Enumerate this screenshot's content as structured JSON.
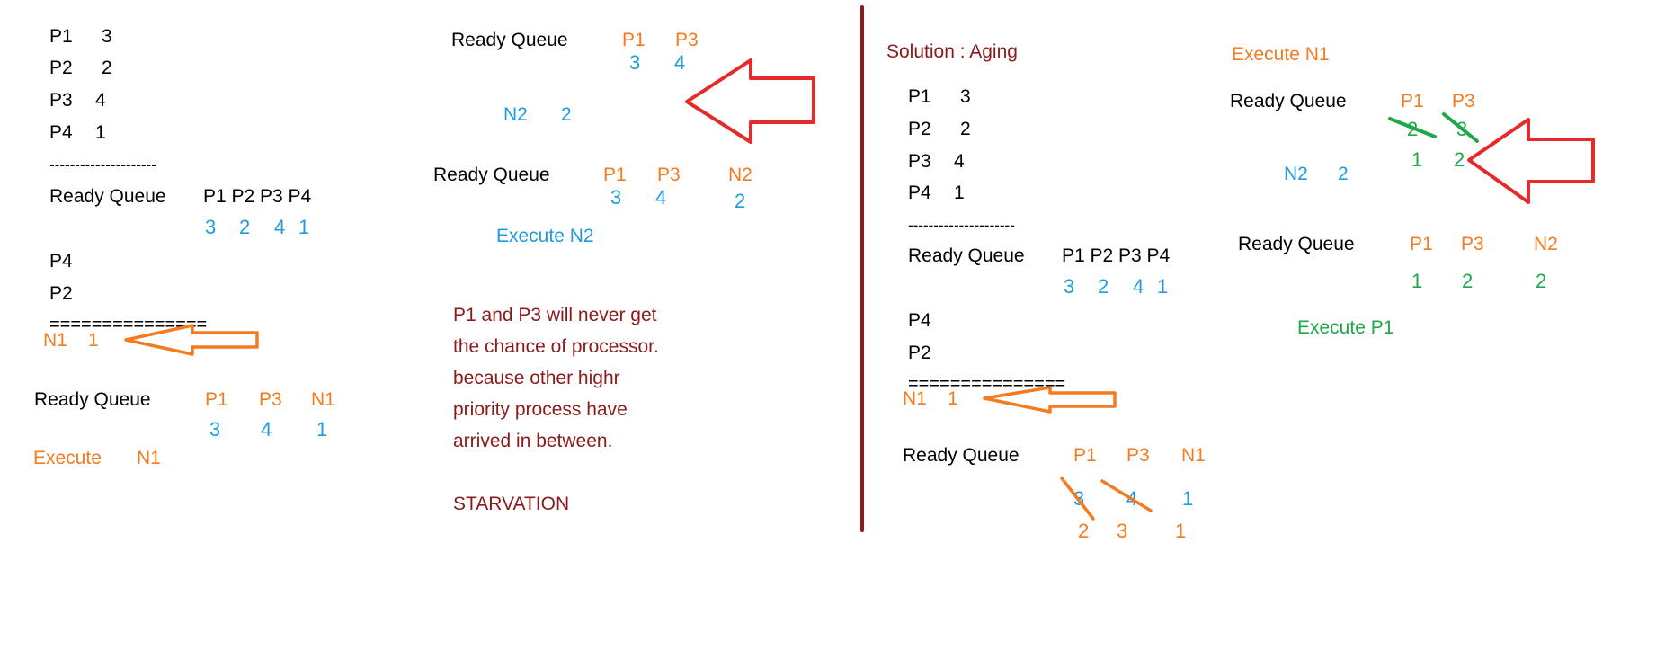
{
  "colors": {
    "black": "#000000",
    "orange": "#f47b20",
    "blue": "#1f9bde",
    "green": "#1ea84a",
    "maroon": "#8b1a1a",
    "red_arrow": "#e52a2a"
  },
  "left": {
    "priorities": [
      {
        "p": "P1",
        "v": "3"
      },
      {
        "p": "P2",
        "v": "2"
      },
      {
        "p": "P3",
        "v": "4"
      },
      {
        "p": "P4",
        "v": "1"
      }
    ],
    "dash_line": "---------------------",
    "rq_label": "Ready Queue",
    "rq_items": "P1 P2 P3 P4",
    "rq_values": [
      "3",
      "2",
      "4",
      "1"
    ],
    "exec_list": [
      "P4",
      "P2"
    ],
    "eq_line": "===============",
    "n1_label": "N1",
    "n1_value": "1",
    "rq2_label": "Ready Queue",
    "rq2_items": [
      "P1",
      "P3",
      "N1"
    ],
    "rq2_values": [
      "3",
      "4",
      "1"
    ],
    "execute_label": "Execute",
    "execute_target": "N1"
  },
  "middle": {
    "rq1_label": "Ready Queue",
    "rq1_items": [
      "P1",
      "P3"
    ],
    "rq1_values": [
      "3",
      "4"
    ],
    "n2_label": "N2",
    "n2_value": "2",
    "rq2_label": "Ready Queue",
    "rq2_items": [
      "P1",
      "P3",
      "N2"
    ],
    "rq2_values": [
      "3",
      "4",
      "2"
    ],
    "execute_text": "Execute N2",
    "explanation": [
      "P1 and P3 will never get",
      "the chance of processor.",
      "because other highr",
      "priority process have",
      "arrived in between."
    ],
    "starvation": "STARVATION"
  },
  "right": {
    "solution_title": "Solution : Aging",
    "priorities": [
      {
        "p": "P1",
        "v": "3"
      },
      {
        "p": "P2",
        "v": "2"
      },
      {
        "p": "P3",
        "v": "4"
      },
      {
        "p": "P4",
        "v": "1"
      }
    ],
    "dash_line": "---------------------",
    "rq_label": "Ready Queue",
    "rq_items": "P1 P2 P3 P4",
    "rq_values": [
      "3",
      "2",
      "4",
      "1"
    ],
    "exec_list": [
      "P4",
      "P2"
    ],
    "eq_line": "===============",
    "n1_label": "N1",
    "n1_value": "1",
    "rq2_label": "Ready Queue",
    "rq2_items": [
      "P1",
      "P3",
      "N1"
    ],
    "rq2_old_values": [
      "3",
      "4",
      "1"
    ],
    "rq2_new_values": [
      "2",
      "3",
      "1"
    ]
  },
  "far_right": {
    "execute_n1": "Execute N1",
    "rq1_label": "Ready Queue",
    "rq1_items": [
      "P1",
      "P3"
    ],
    "rq1_old_values": [
      "2",
      "3"
    ],
    "rq1_new_values": [
      "1",
      "2"
    ],
    "n2_label": "N2",
    "n2_value": "2",
    "rq2_label": "Ready Queue",
    "rq2_items": [
      "P1",
      "P3",
      "N2"
    ],
    "rq2_values": [
      "1",
      "2",
      "2"
    ],
    "execute_p1": "Execute P1"
  }
}
